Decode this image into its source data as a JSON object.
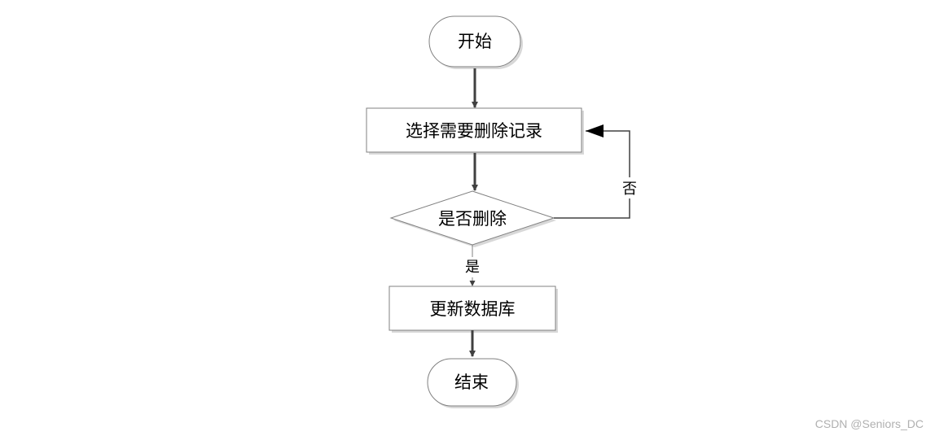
{
  "flowchart": {
    "start": {
      "label": "开始"
    },
    "select_step": {
      "label": "选择需要删除记录"
    },
    "decision": {
      "label": "是否删除"
    },
    "update_step": {
      "label": "更新数据库"
    },
    "end": {
      "label": "结束"
    },
    "yes_label": "是",
    "no_label": "否"
  },
  "watermark": "CSDN @Seniors_DC",
  "colors": {
    "shape_stroke": "#808080",
    "shadow": "#c8c8c8",
    "arrow": "#404040",
    "watermark": "#b0b0b0"
  }
}
